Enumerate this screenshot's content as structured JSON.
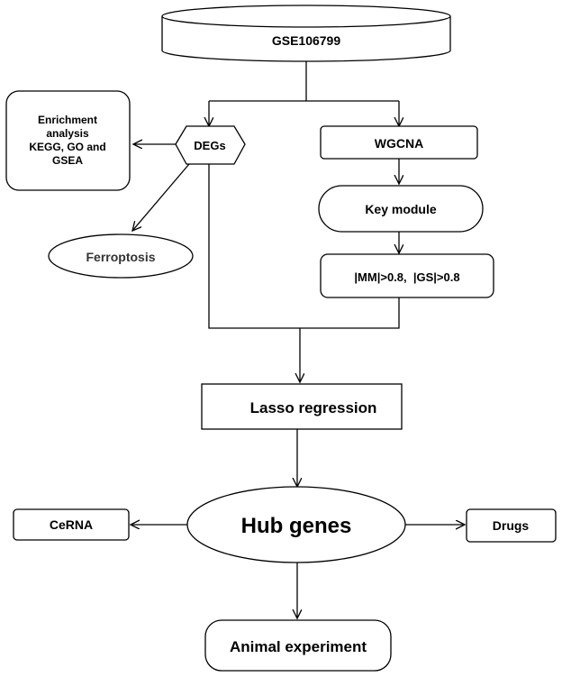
{
  "nodes": {
    "dataset": {
      "label": "GSE106799"
    },
    "degs": {
      "label": "DEGs"
    },
    "enrichment": {
      "lines": [
        "Enrichment",
        "analysis",
        "KEGG, GO and",
        "GSEA"
      ]
    },
    "ferroptosis": {
      "label": "Ferroptosis"
    },
    "wgcna": {
      "label": "WGCNA"
    },
    "key_module": {
      "label": "Key module"
    },
    "criteria": {
      "label": "|MM|>0.8,  |GS|>0.8"
    },
    "lasso": {
      "label": "Lasso regression"
    },
    "hub_genes": {
      "label": "Hub genes"
    },
    "cerna": {
      "label": "CeRNA"
    },
    "drugs": {
      "label": "Drugs"
    },
    "animal": {
      "label": "Animal experiment"
    }
  },
  "colors": {
    "stroke": "#000000",
    "fill": "#ffffff",
    "ferroptosis_text": "#333333"
  }
}
